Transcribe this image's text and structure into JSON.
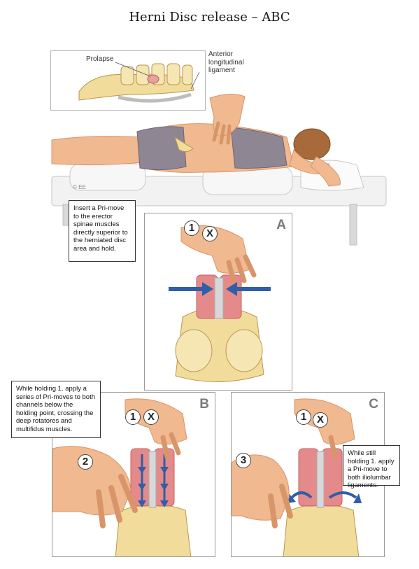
{
  "title": "Herni Disc release – ABC",
  "inset": {
    "label_prolapse": "Prolapse",
    "label_ligament": "Anterior longitudinal ligament"
  },
  "copyright": "© EE",
  "notes": {
    "step1": "Insert a Pri-move to the erector spinae muscles directly superior to the herniated disc area and hold.",
    "step2": "While holding 1. apply a series of Pri-moves to both channels below the holding point, crossing the deep rotatores and multifidus muscles.",
    "step3": "While still holding 1. apply a Pri-move to both iliolumbar ligaments."
  },
  "panels": {
    "a": {
      "letter": "A",
      "badge_num": "1",
      "badge_mark": "X"
    },
    "b": {
      "letter": "B",
      "badge_num": "1",
      "badge_mark": "X",
      "badge_second": "2"
    },
    "c": {
      "letter": "C",
      "badge_num": "1",
      "badge_mark": "X",
      "badge_third": "3"
    }
  },
  "colors": {
    "skin": "#f0b98f",
    "skin_shade": "#d9956a",
    "bone": "#f1dc9c",
    "muscle": "#e58a8a",
    "arrow": "#2f5fa8",
    "clothing": "#8f8694",
    "sheet": "#f2f2f2"
  }
}
